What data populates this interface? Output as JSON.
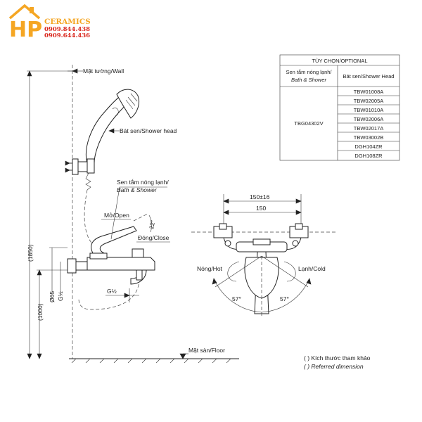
{
  "logo": {
    "letters": "HP",
    "brand": "CERAMICS",
    "phone_1": "0909.844.438",
    "phone_2": "0909.644.436",
    "color_orange": "#f5a623",
    "color_red": "#d9261c"
  },
  "labels": {
    "wall": "Mặt tường/Wall",
    "shower_head": "Bát sen/Shower head",
    "bath_shower_line1": "Sen tắm nóng lạnh/",
    "bath_shower_line2": "Bath & Shower",
    "open": "Mở/Open",
    "close": "Đóng/Close",
    "hot": "Nóng/Hot",
    "cold": "Lạnh/Cold",
    "floor": "Mặt sàn/Floor"
  },
  "dimensions": {
    "height_total": "(1850)",
    "height_mixer": "(1000)",
    "pipe_diameter": "Ø65",
    "thread_g12": "G½",
    "thread_bottom": "G½",
    "center_distance_tol": "150±16",
    "center_distance": "150",
    "open_angle": "22°",
    "angle_hot": "57°",
    "angle_cold": "57°"
  },
  "table": {
    "title": "TÙY CHỌN/OPTIONAL",
    "col1_header_line1": "Sen tắm nóng lạnh/",
    "col1_header_line2": "Bath & Shower",
    "col2_header": "Bát sen/Shower Head",
    "model": "TBG04302V",
    "shower_heads": [
      "TBW01008A",
      "TBW02005A",
      "TBW01010A",
      "TBW02006A",
      "TBW02017A",
      "TBW03002B",
      "DGH104ZR",
      "DGH108ZR"
    ]
  },
  "legend": {
    "line1": "(      ) Kích thước tham khảo",
    "line2": "(      ) Referred dimension"
  }
}
